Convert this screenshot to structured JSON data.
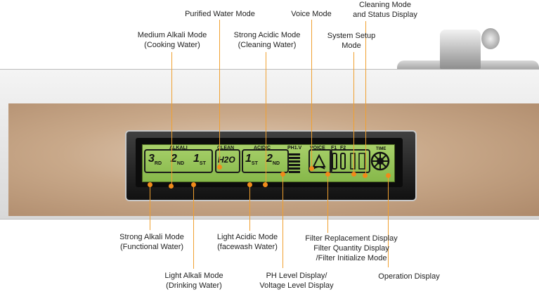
{
  "labels": {
    "purified": "Purified Water Mode",
    "voice": "Voice Mode",
    "cleaning_mode": [
      "Cleaning Mode",
      "and Status Display"
    ],
    "medium_alkali": [
      "Medium Alkali Mode",
      "(Cooking Water)"
    ],
    "strong_acidic": [
      "Strong Acidic Mode",
      "(Cleaning Water)"
    ],
    "system_setup": [
      "System Setup",
      "Mode"
    ],
    "strong_alkali": [
      "Strong Alkali Mode",
      "(Functional Water)"
    ],
    "light_acidic": [
      "Light Acidic Mode",
      "(facewash Water)"
    ],
    "filter": [
      "Filter Replacement Display",
      "Filter Quantity Display",
      "/Filter Initialize Mode"
    ],
    "light_alkali": [
      "Light Alkali Mode",
      "(Drinking Water)"
    ],
    "ph_level": [
      "PH Level Display/",
      "Voltage Level Display"
    ],
    "operation": "Operation Display"
  },
  "lcd": {
    "alkali": "ALKALI",
    "clean": "CLEAN",
    "acidic": "ACIDIC",
    "phv": "PH1.V",
    "voice": "VOICE",
    "f1": "F1",
    "f2": "F2",
    "time": "TIME",
    "n3": "3",
    "rd": "RD",
    "n2a": "2",
    "nda": "ND",
    "n1a": "1",
    "sta": "ST",
    "h2o": "H2O",
    "n1b": "1",
    "stb": "ST",
    "n2b": "2",
    "ndb": "ND"
  }
}
